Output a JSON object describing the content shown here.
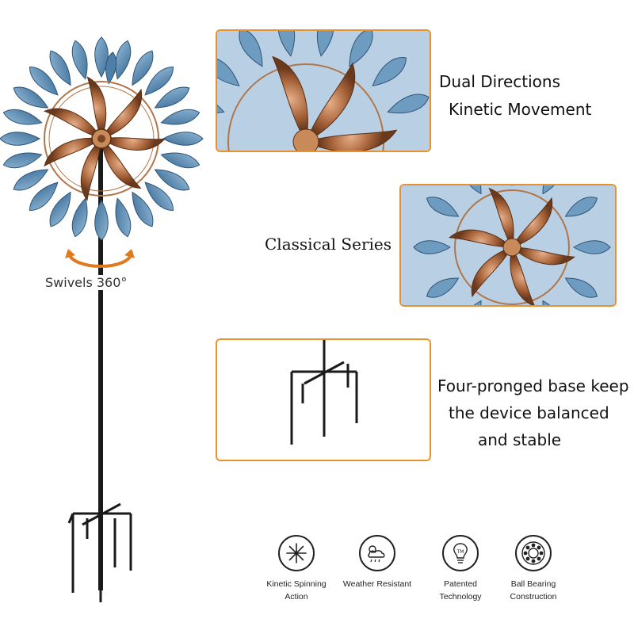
{
  "captions": {
    "dual_line1": "Dual Directions",
    "dual_line2": "Kinetic Movement",
    "classical": "Classical Series",
    "base_line1": "Four-pronged base keep",
    "base_line2": "the device balanced",
    "base_line3": "and stable",
    "swivel": "Swivels 360°"
  },
  "features": [
    {
      "icon": "kinetic-spinning-icon",
      "label_line1": "Kinetic Spinning",
      "label_line2": "Action"
    },
    {
      "icon": "weather-resistant-icon",
      "label_line1": "Weather Resistant",
      "label_line2": ""
    },
    {
      "icon": "patented-technology-icon",
      "label_line1": "Patented Technology",
      "label_line2": ""
    },
    {
      "icon": "ball-bearing-icon",
      "label_line1": "Ball Bearing",
      "label_line2": "Construction"
    }
  ],
  "colors": {
    "accent_frame": "#e8912f",
    "leaf_blue": "#5f8fb6",
    "copper": "#a8643a",
    "stake": "#1a1a1a",
    "sky": "#b9cfe3"
  }
}
